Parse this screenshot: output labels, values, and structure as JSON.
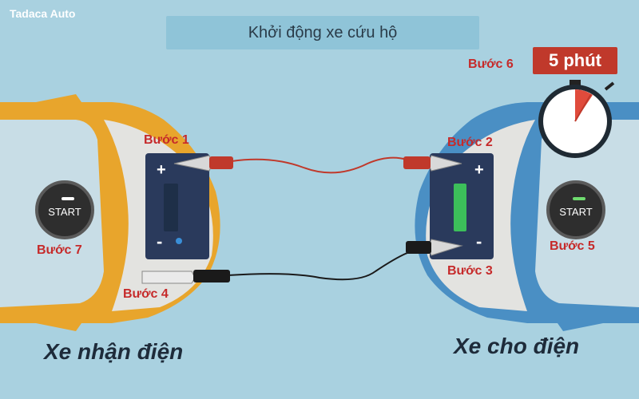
{
  "watermark": "Tadaca Auto",
  "title": "Khởi động xe cứu hộ",
  "timer": {
    "label": "5 phút"
  },
  "steps": {
    "s1": "Bước 1",
    "s2": "Bước 2",
    "s3": "Bước 3",
    "s4": "Bước 4",
    "s5": "Bước 5",
    "s6": "Bước 6",
    "s7": "Bước 7"
  },
  "left_car": {
    "caption": "Xe nhận điện",
    "start_label": "START",
    "plus": "+",
    "minus": "-"
  },
  "right_car": {
    "caption": "Xe cho điện",
    "start_label": "START",
    "plus": "+",
    "minus": "-"
  },
  "colors": {
    "background": "#a9d1e0",
    "left_car_body": "#e8a52c",
    "right_car_body": "#4a8fc4",
    "battery": "#2a3a5c",
    "positive_cable": "#c0392b",
    "negative_cable": "#1a1a1a",
    "step_text": "#c62a2a",
    "timer_badge": "#c0392b",
    "weak_indicator": "#1e2f48",
    "strong_indicator": "#3cbf5a",
    "left_led": "#ffffff",
    "right_led": "#6fdc6f"
  },
  "icons": [
    "stopwatch-icon",
    "clamp-icon",
    "start-button-icon"
  ]
}
